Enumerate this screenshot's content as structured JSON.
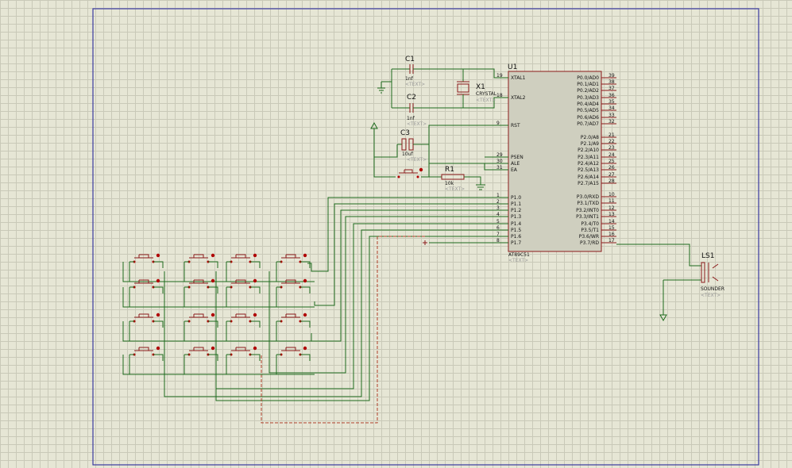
{
  "u1": {
    "ref": "U1",
    "part": "AT89C51",
    "text": "<TEXT>",
    "left_pins": [
      {
        "num": "19",
        "name": "XTAL1"
      },
      {
        "num": "18",
        "name": "XTAL2"
      },
      {
        "num": "9",
        "name": "RST"
      },
      {
        "num": "29",
        "name": "PSEN"
      },
      {
        "num": "30",
        "name": "ALE"
      },
      {
        "num": "31",
        "name": "EA"
      },
      {
        "num": "1",
        "name": "P1.0"
      },
      {
        "num": "2",
        "name": "P1.1"
      },
      {
        "num": "3",
        "name": "P1.2"
      },
      {
        "num": "4",
        "name": "P1.3"
      },
      {
        "num": "5",
        "name": "P1.4"
      },
      {
        "num": "6",
        "name": "P1.5"
      },
      {
        "num": "7",
        "name": "P1.6"
      },
      {
        "num": "8",
        "name": "P1.7"
      }
    ],
    "right_pins": [
      {
        "num": "39",
        "name": "P0.0/AD0"
      },
      {
        "num": "38",
        "name": "P0.1/AD1"
      },
      {
        "num": "37",
        "name": "P0.2/AD2"
      },
      {
        "num": "36",
        "name": "P0.3/AD3"
      },
      {
        "num": "35",
        "name": "P0.4/AD4"
      },
      {
        "num": "34",
        "name": "P0.5/AD5"
      },
      {
        "num": "33",
        "name": "P0.6/AD6"
      },
      {
        "num": "32",
        "name": "P0.7/AD7"
      },
      {
        "num": "21",
        "name": "P2.0/A8"
      },
      {
        "num": "22",
        "name": "P2.1/A9"
      },
      {
        "num": "23",
        "name": "P2.2/A10"
      },
      {
        "num": "24",
        "name": "P2.3/A11"
      },
      {
        "num": "25",
        "name": "P2.4/A12"
      },
      {
        "num": "26",
        "name": "P2.5/A13"
      },
      {
        "num": "27",
        "name": "P2.6/A14"
      },
      {
        "num": "28",
        "name": "P2.7/A15"
      },
      {
        "num": "10",
        "name": "P3.0/RXD"
      },
      {
        "num": "11",
        "name": "P3.1/TXD"
      },
      {
        "num": "12",
        "name": "P3.2/INT0"
      },
      {
        "num": "13",
        "name": "P3.3/INT1"
      },
      {
        "num": "14",
        "name": "P3.4/T0"
      },
      {
        "num": "15",
        "name": "P3.5/T1"
      },
      {
        "num": "16",
        "name": "P3.6/WR"
      },
      {
        "num": "17",
        "name": "P3.7/RD"
      }
    ]
  },
  "c1": {
    "ref": "C1",
    "value": "1nf",
    "text": "<TEXT>"
  },
  "c2": {
    "ref": "C2",
    "value": "1nf",
    "text": "<TEXT>"
  },
  "c3": {
    "ref": "C3",
    "value": "10uf",
    "text": "<TEXT>"
  },
  "x1": {
    "ref": "X1",
    "value": "CRYSTAL",
    "text": "<TEXT>"
  },
  "r1": {
    "ref": "R1",
    "value": "10k",
    "text": "<TEXT>"
  },
  "ls1": {
    "ref": "LS1",
    "value": "SOUNDER",
    "text": "<TEXT>"
  },
  "colors": {
    "background": "#e6e6d5",
    "grid": "#c9c9b8",
    "wire": "#1d6b1d",
    "component": "#8b1a1a",
    "selected_wire": "#b0402a",
    "sheet_border": "#3a3aa0"
  }
}
